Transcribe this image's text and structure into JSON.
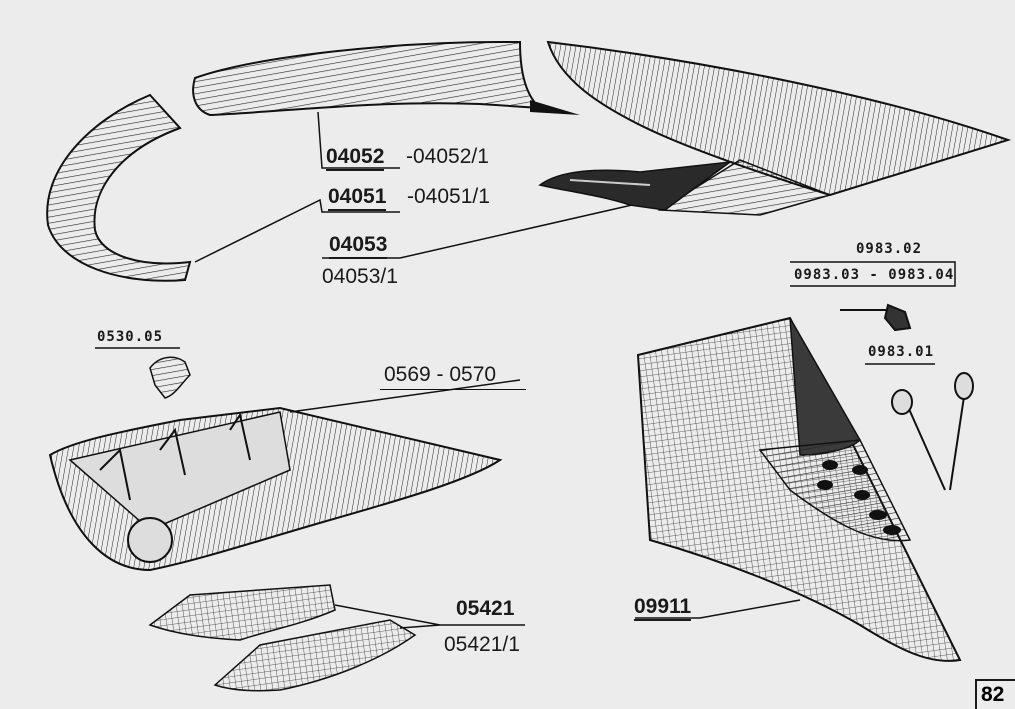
{
  "labels": {
    "p04052": "04052",
    "p04052_1": "-04052/1",
    "p04051": "04051",
    "p04051_1": "-04051/1",
    "p04053": "04053",
    "p04053_1": "04053/1",
    "p0983_02": "0983.02",
    "p0983_03_04": "0983.03 - 0983.04",
    "p0983_01": "0983.01",
    "p0530_05": "0530.05",
    "p0569_0570": "0569 - 0570",
    "p05421": "05421",
    "p05421_1": "05421/1",
    "p09911": "09911"
  },
  "page_number": "82",
  "colors": {
    "ink": "#1a1a1a",
    "paper": "#ececec"
  }
}
